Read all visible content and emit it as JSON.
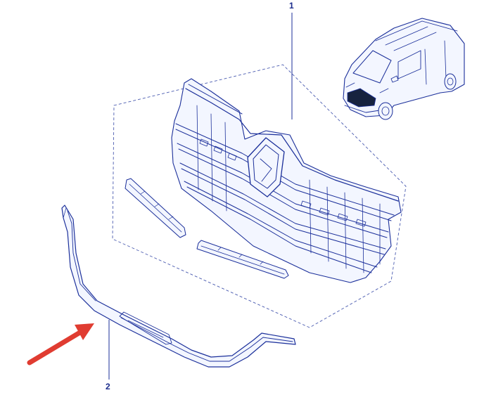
{
  "callouts": [
    {
      "id": "1",
      "text": "1",
      "part": "radiator-grille-assembly"
    },
    {
      "id": "2",
      "text": "2",
      "part": "grille-lower-chrome-trim"
    }
  ],
  "colors": {
    "line_art": "#1b2f9a",
    "background": "#ffffff",
    "highlight_arrow": "#e03c31",
    "vehicle_dark_trim": "#17233f"
  },
  "highlighted_part": "2"
}
